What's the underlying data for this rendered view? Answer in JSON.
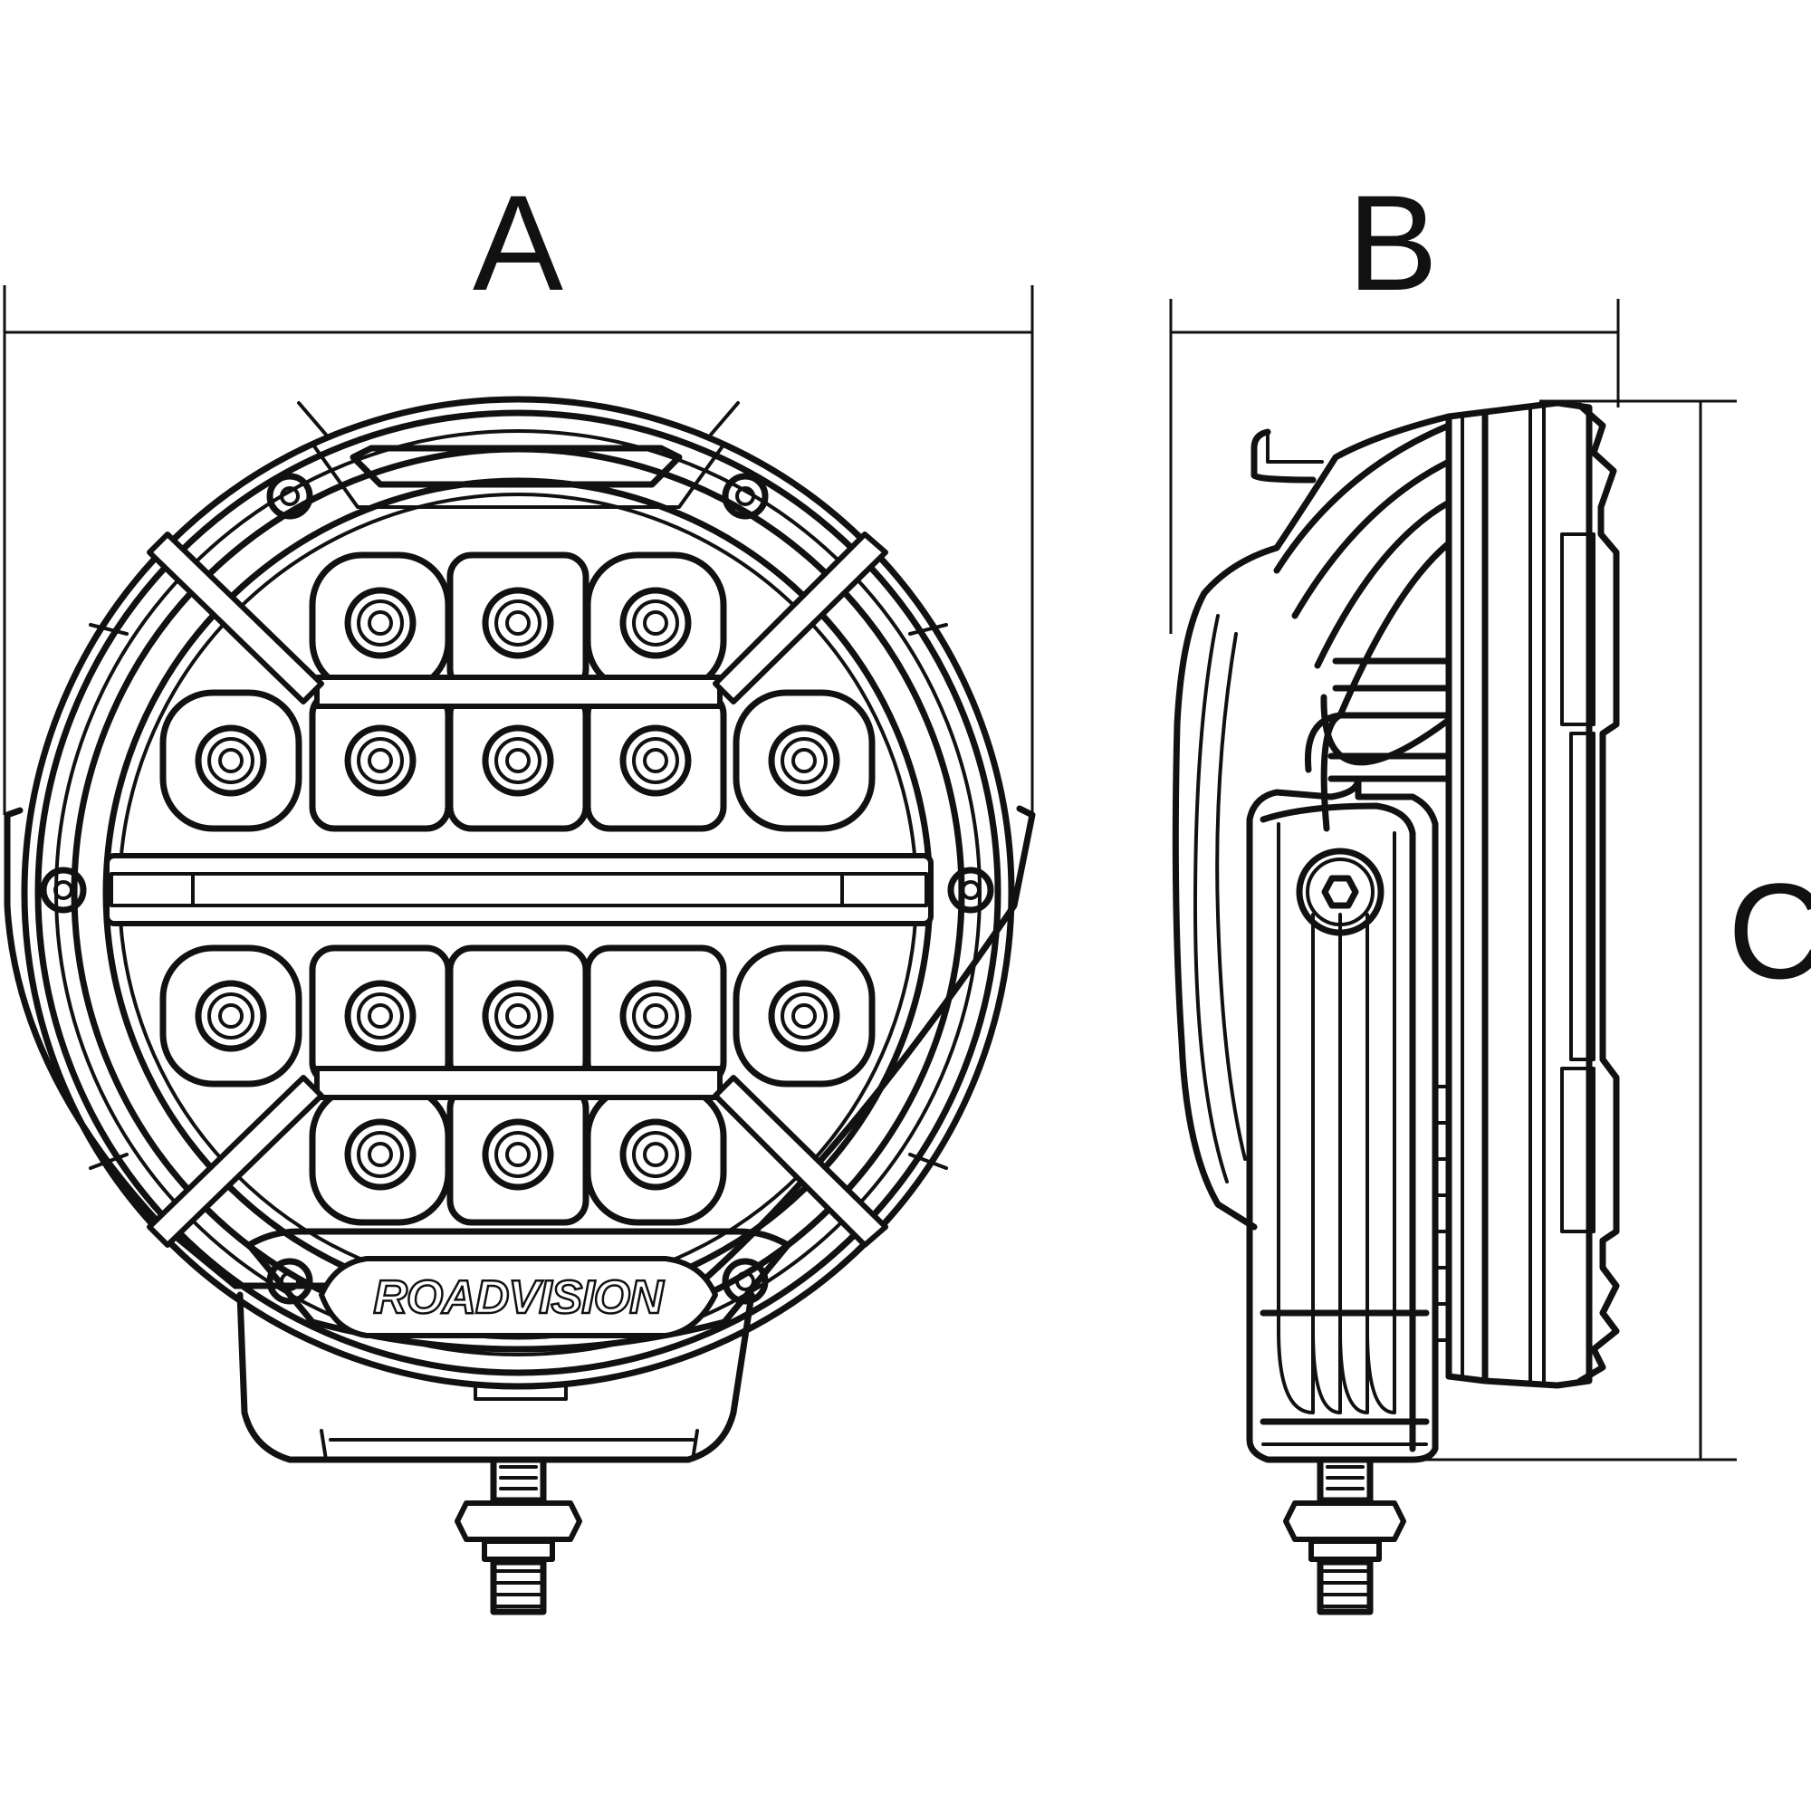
{
  "dimensions": {
    "a": "A",
    "b": "B",
    "c": "C"
  },
  "front_view": {
    "logo_text": "ROADVISION"
  }
}
